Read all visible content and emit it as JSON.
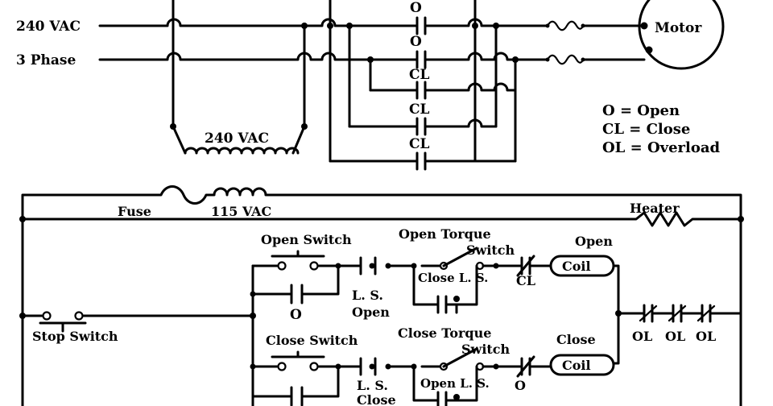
{
  "power_section": {
    "supply_voltage": "240 VAC",
    "supply_phase": "3 Phase",
    "transformer_label": "240 VAC",
    "motor_label": "Motor",
    "contact_labels": [
      "O",
      "O",
      "CL",
      "CL",
      "CL"
    ]
  },
  "legend": {
    "open": "O = Open",
    "close": "CL = Close",
    "overload": "OL = Overload"
  },
  "control_section": {
    "fuse": "Fuse",
    "control_voltage": "115 VAC",
    "heater": "Heater",
    "stop_switch": "Stop Switch",
    "open_switch": "Open Switch",
    "open_holding_contact": "O",
    "ls_open_line1": "L. S.",
    "ls_open_line2": "Open",
    "open_torque_line1": "Open Torque",
    "open_torque_line2": "Switch",
    "close_ls_bypass": "Close L. S.",
    "open_interlock": "CL",
    "open_coil_title": "Open",
    "open_coil": "Coil",
    "overloads": [
      "OL",
      "OL",
      "OL"
    ],
    "close_switch": "Close Switch",
    "ls_close_line1": "L. S.",
    "ls_close_line2": "Close",
    "close_torque_line1": "Close Torque",
    "close_torque_line2": "Switch",
    "open_ls_bypass": "Open L. S.",
    "close_interlock": "O",
    "close_coil_title": "Close",
    "close_coil": "Coil"
  }
}
